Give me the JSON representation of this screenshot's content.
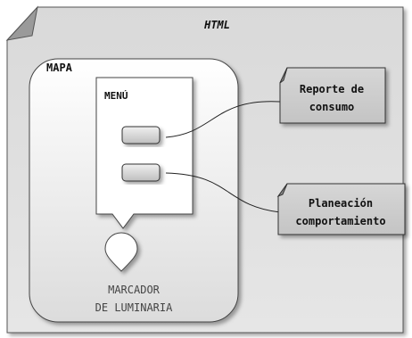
{
  "page": {
    "label": "HTML"
  },
  "map": {
    "label": "MAPA",
    "marker_caption_line1": "MARCADOR",
    "marker_caption_line2": "DE LUMINARIA"
  },
  "menu": {
    "label": "MENÚ"
  },
  "notes": {
    "report_line1": "Reporte de",
    "report_line2": "consumo",
    "plan_line1": "Planeación",
    "plan_line2": "comportamiento"
  }
}
